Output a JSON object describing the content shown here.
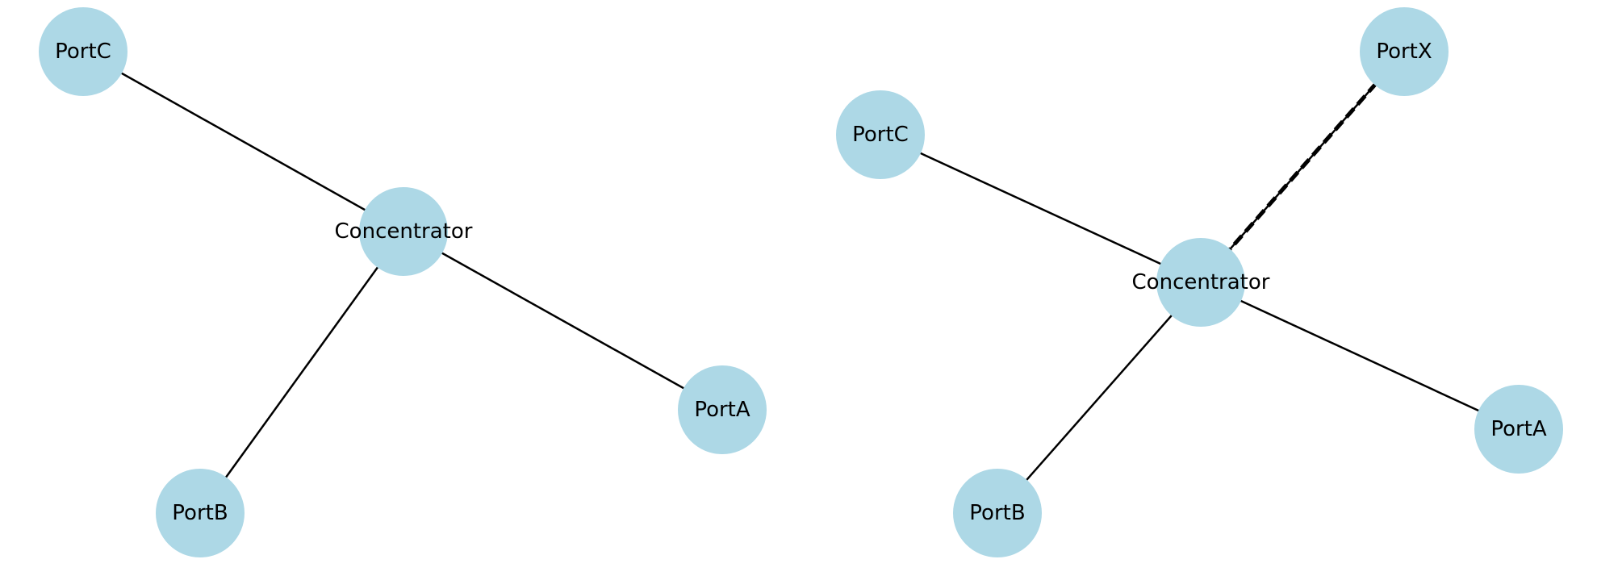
{
  "colors": {
    "node_fill": "#add8e6",
    "edge": "#000000",
    "highlight_edge": "#ff0000",
    "label": "#000000"
  },
  "graphs": [
    {
      "nodes": [
        {
          "id": "PortC",
          "label": "PortC"
        },
        {
          "id": "Concentrator",
          "label": "Concentrator"
        },
        {
          "id": "PortA",
          "label": "PortA"
        },
        {
          "id": "PortB",
          "label": "PortB"
        }
      ],
      "edges": [
        {
          "from": "Concentrator",
          "to": "PortC",
          "style": "solid"
        },
        {
          "from": "Concentrator",
          "to": "PortA",
          "style": "solid"
        },
        {
          "from": "Concentrator",
          "to": "PortB",
          "style": "solid"
        }
      ]
    },
    {
      "nodes": [
        {
          "id": "PortX",
          "label": "PortX"
        },
        {
          "id": "PortC",
          "label": "PortC"
        },
        {
          "id": "Concentrator",
          "label": "Concentrator"
        },
        {
          "id": "PortA",
          "label": "PortA"
        },
        {
          "id": "PortB",
          "label": "PortB"
        }
      ],
      "edges": [
        {
          "from": "Concentrator",
          "to": "PortC",
          "style": "solid"
        },
        {
          "from": "Concentrator",
          "to": "PortA",
          "style": "solid"
        },
        {
          "from": "Concentrator",
          "to": "PortB",
          "style": "solid"
        },
        {
          "from": "Concentrator",
          "to": "PortX",
          "style": "dashed-highlight"
        }
      ]
    }
  ]
}
